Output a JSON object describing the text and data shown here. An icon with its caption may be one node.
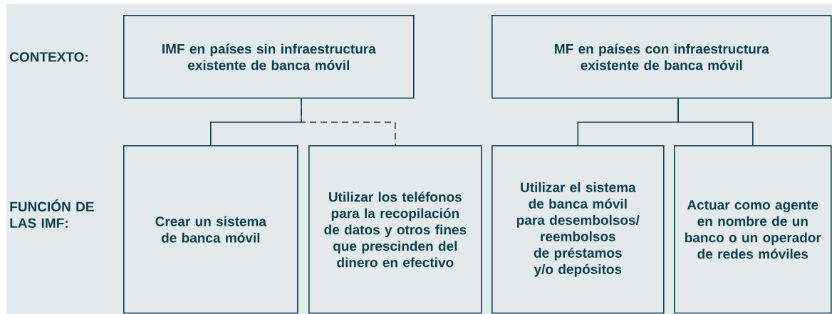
{
  "diagram": {
    "nodes": [
      {
        "text": [
          "IMF en países sin infraestructura existente de banca móvil"
        ]
      },
      {
        "text": [
          "MF en países con infraestructura existente de banca móvil"
        ]
      },
      {
        "text": [
          "Crear un sistema de banca móvil"
        ]
      },
      {
        "text": [
          "Utilizar los teléfonos para la recopilación de datos y otros fines que prescinden del dinero en efectivo"
        ]
      },
      {
        "text": [
          "Utilizar el sistema de banca móvil para desembolsos/ reembolsos de préstamos y/o depósitos"
        ]
      },
      {
        "text": [
          "Actuar como agente en nombre de un banco o un operador de redes móviles"
        ]
      }
    ],
    "edges": [
      {
        "from": 0,
        "to": 2,
        "arrow": "none"
      },
      {
        "from": 0,
        "to": 3,
        "arrow": "none",
        "style": "dashed"
      },
      {
        "from": 1,
        "to": 4,
        "arrow": "none"
      },
      {
        "from": 1,
        "to": 5,
        "arrow": "none"
      }
    ],
    "labels": [
      "CONTEXTO:",
      "FUNCIÓN DE LAS IMF:"
    ]
  }
}
